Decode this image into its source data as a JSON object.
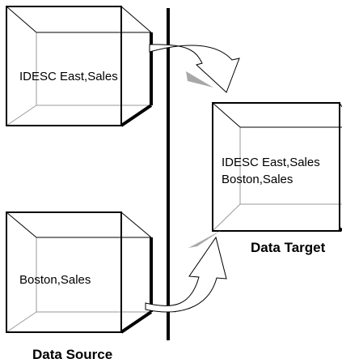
{
  "source_cube_top": {
    "label": "IDESC East,Sales"
  },
  "source_cube_bottom": {
    "label": "Boston,Sales"
  },
  "target_cube": {
    "line1": "IDESC East,Sales",
    "line2": "Boston,Sales"
  },
  "captions": {
    "source": "Data Source",
    "target": "Data Target"
  },
  "colors": {
    "stroke": "#000000",
    "inner_edges": "#9a9a9a",
    "arrow_shadow": "#a8a8a8",
    "background": "#ffffff"
  }
}
